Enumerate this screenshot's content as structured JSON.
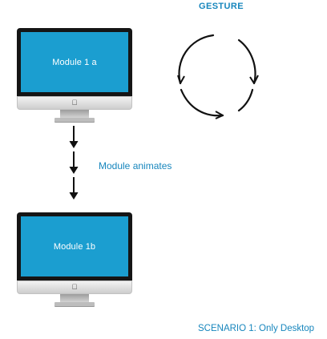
{
  "diagram": {
    "gesture_label": "GESTURE",
    "transition_label": "Module animates",
    "scenario_label": "SCENARIO 1:  Only Desktop",
    "monitors": [
      {
        "screen_label": "Module 1 a",
        "screen_color": "#1b9ed0"
      },
      {
        "screen_label": "Module 1b",
        "screen_color": "#1b9ed0"
      }
    ],
    "accent_color": "#1786bd",
    "gesture_icon": "circular-swipe-arrows-icon",
    "monitor_logo_icon": "apple-logo-icon",
    "arrow_icon": "down-arrow-icon"
  }
}
